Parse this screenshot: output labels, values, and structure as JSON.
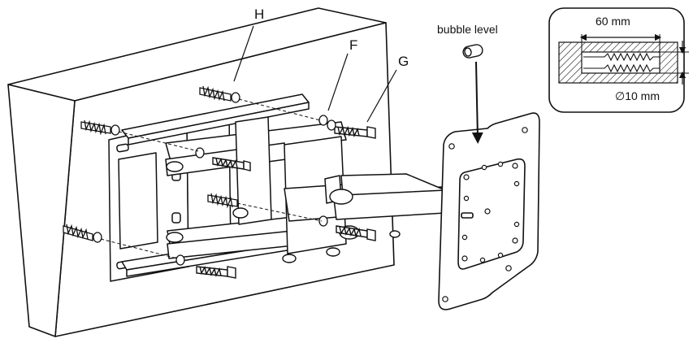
{
  "labels": {
    "anchor": "H",
    "washer": "F",
    "bolt": "G",
    "bubble_level": "bubble level"
  },
  "inset": {
    "depth": "60 mm",
    "diameter": "∅10 mm"
  }
}
